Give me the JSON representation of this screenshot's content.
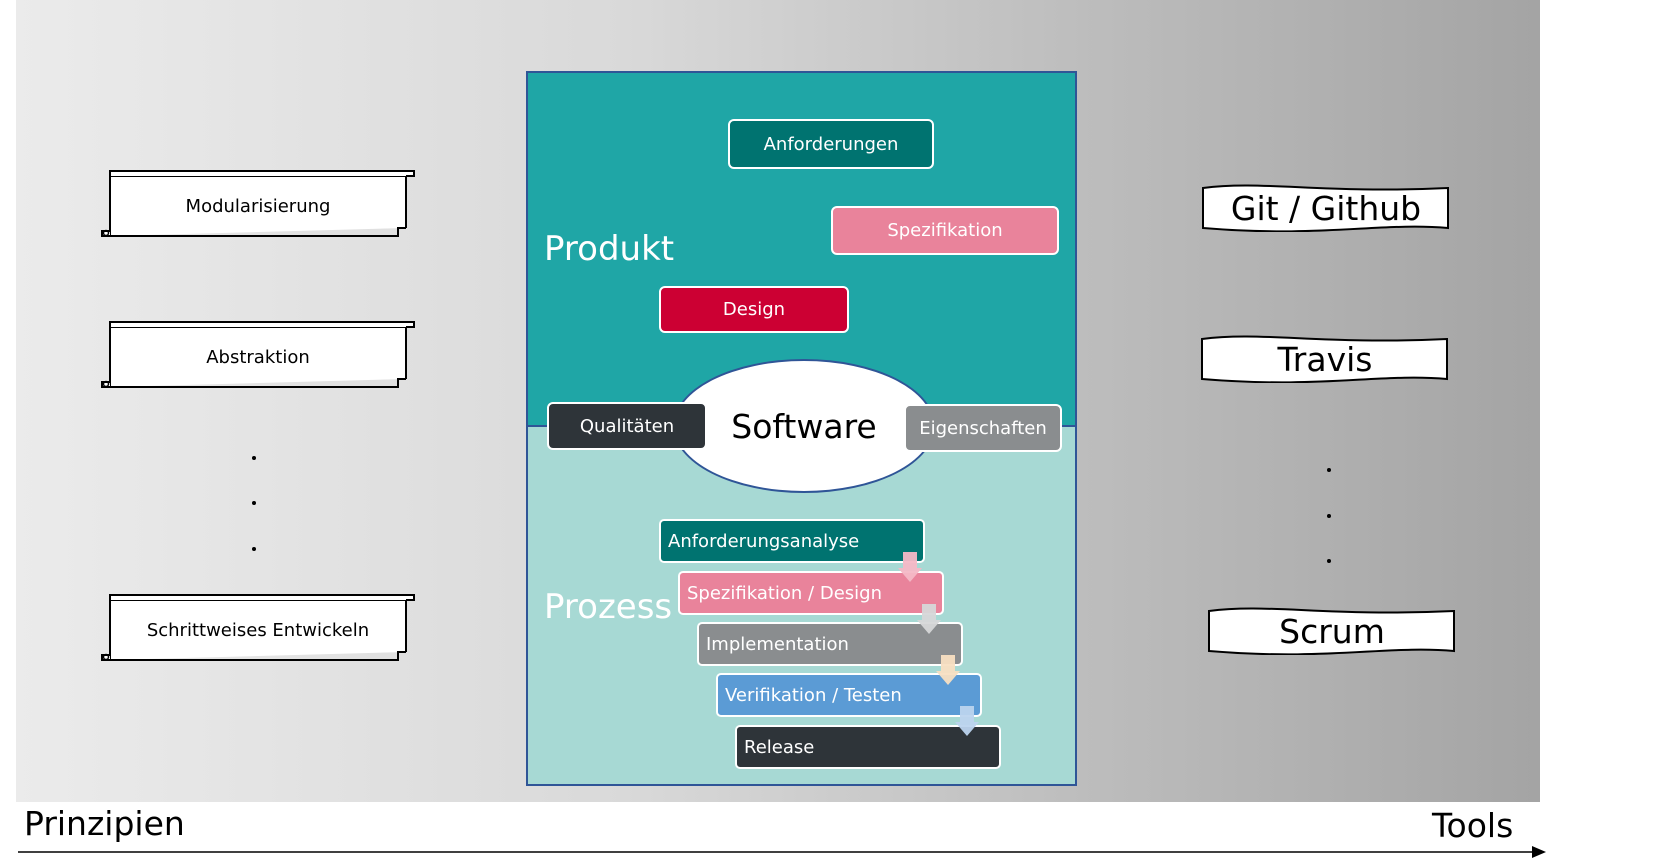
{
  "principles": {
    "items": [
      "Modularisierung",
      "Abstraktion",
      "Schrittweises Entwickeln"
    ]
  },
  "center": {
    "produkt_title": "Produkt",
    "prozess_title": "Prozess",
    "software_label": "Software",
    "produkt_items": {
      "anforderungen": "Anforderungen",
      "spezifikation": "Spezifikation",
      "design": "Design",
      "qualitaeten": "Qualitäten",
      "eigenschaften": "Eigenschaften"
    },
    "process_steps": [
      "Anforderungsanalyse",
      "Spezifikation / Design",
      "Implementation",
      "Verifikation / Testen",
      "Release"
    ]
  },
  "tools": {
    "items": [
      "Git / Github",
      "Travis",
      "Scrum"
    ]
  },
  "axis": {
    "left_label": "Prinzipien",
    "right_label": "Tools"
  },
  "colors": {
    "teal_dark": "#007370",
    "teal_zone": "#1fa6a6",
    "teal_light_zone": "#a7d9d4",
    "pink": "#e9839b",
    "red": "#cc0033",
    "charcoal": "#2e3439",
    "gray": "#8a8d8f",
    "blue": "#5b9bd5",
    "border_blue": "#2f5597"
  }
}
